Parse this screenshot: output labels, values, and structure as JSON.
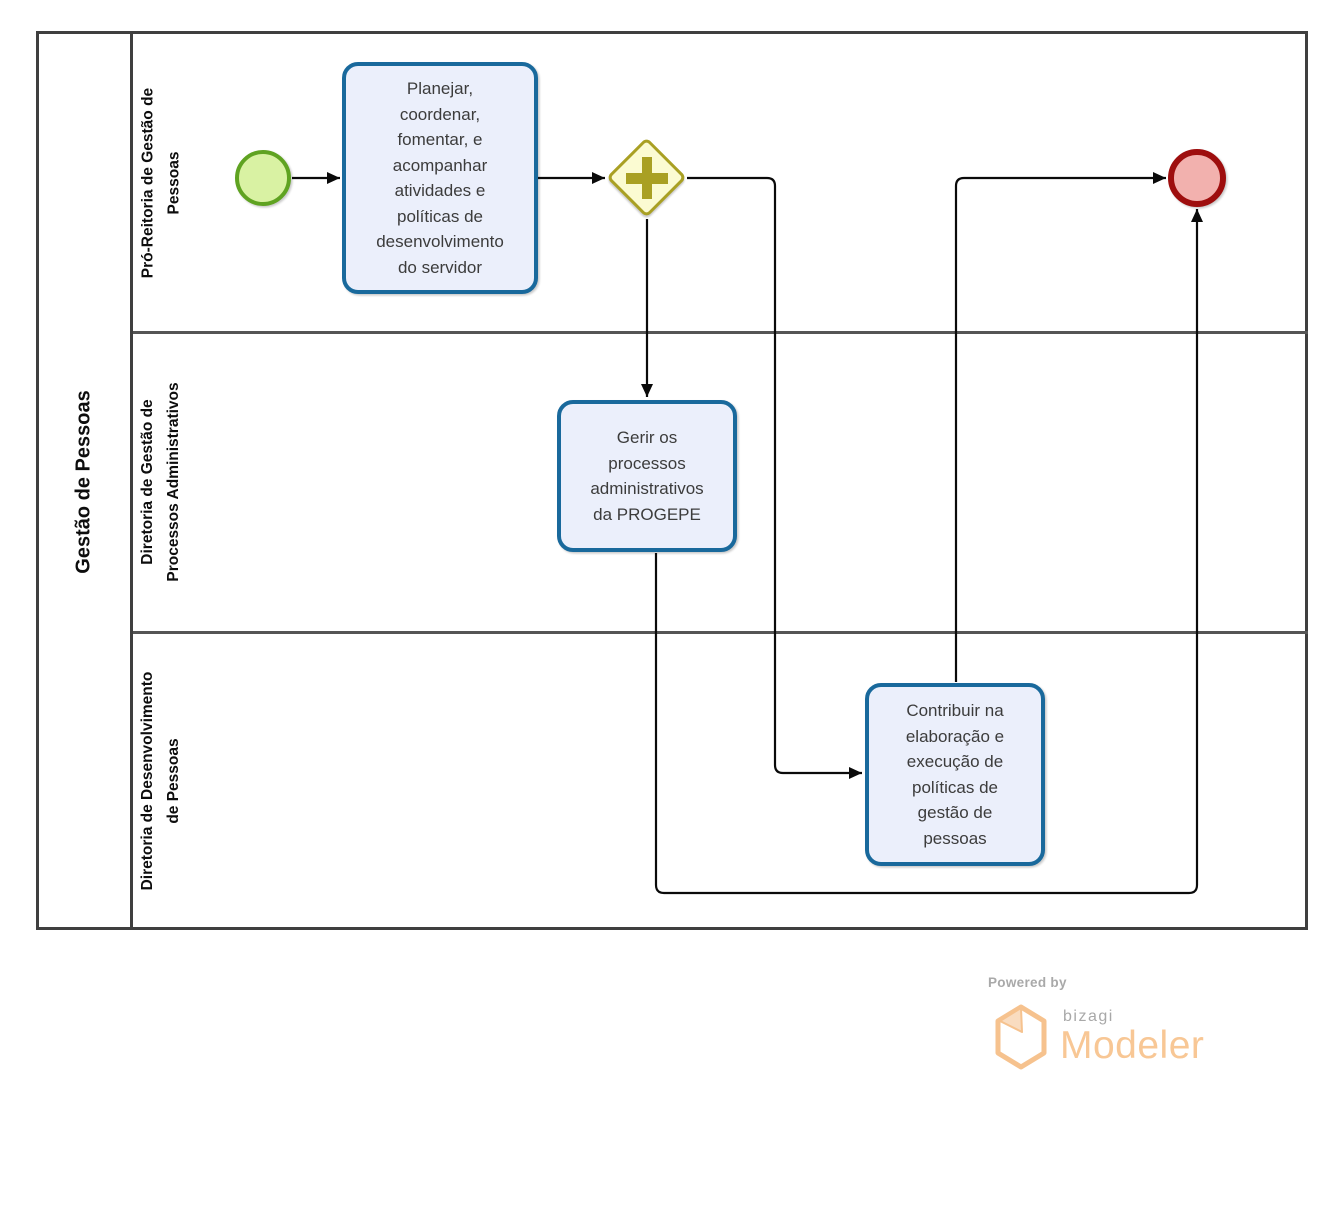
{
  "pool": {
    "label": "Gestão de Pessoas",
    "lanes": [
      {
        "label": "Pró-Reitoria de Gestão de\nPessoas"
      },
      {
        "label": "Diretoria de Gestão de\nProcessos Administrativos"
      },
      {
        "label": "Diretoria de Desenvolvimento\nde Pessoas"
      }
    ]
  },
  "nodes": {
    "task_planejar": {
      "label": "Planejar,\ncoordenar,\nfomentar, e\nacompanhar\natividades e\npolíticas de\ndesenvolvimento\ndo servidor"
    },
    "task_gerir": {
      "label": "Gerir os\nprocessos\nadministrativos\nda PROGEPE"
    },
    "task_contribuir": {
      "label": "Contribuir na\nelaboração e\nexecução de\npolíticas de\ngestão de\npessoas"
    }
  },
  "colors": {
    "task_border": "#19699C",
    "task_fill": "#EBEFFB",
    "start_border": "#5FA321",
    "start_fill": "#D9F2A3",
    "end_border": "#9E0E0E",
    "end_fill": "#F2B1AE",
    "gateway_border": "#A9A023",
    "gateway_fill": "#FBFBD2",
    "connector": "#0A0A0A",
    "brand_orange": "#F8C795",
    "brand_gray": "#A9A9A9"
  },
  "branding": {
    "powered_by": "Powered by",
    "brand": "bizagi",
    "product": "Modeler"
  }
}
